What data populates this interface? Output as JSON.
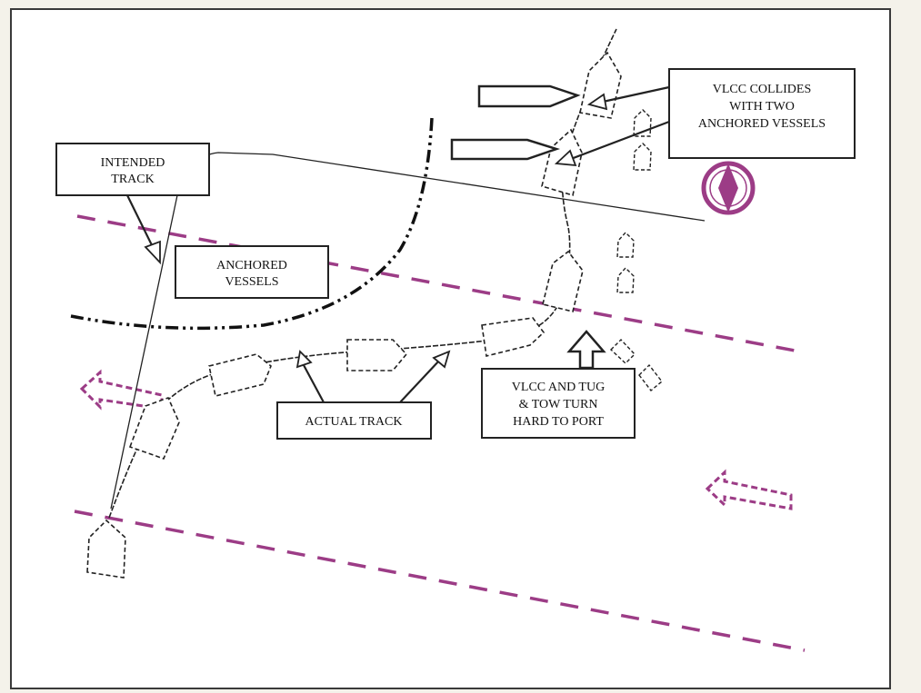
{
  "labels": {
    "intended_track_1": "INTENDED",
    "intended_track_2": "TRACK",
    "anchored_vessels_1": "ANCHORED",
    "anchored_vessels_2": "VESSELS",
    "actual_track": "ACTUAL TRACK",
    "vlcc_turn_1": "VLCC AND TUG",
    "vlcc_turn_2": "& TOW TURN",
    "vlcc_turn_3": "HARD TO PORT",
    "vlcc_collides_1": "VLCC COLLIDES",
    "vlcc_collides_2": "WITH TWO",
    "vlcc_collides_3": "ANCHORED VESSELS"
  },
  "icons": {
    "compass": "north-compass-icon",
    "traffic_flow": "traffic-direction-arrow-icon"
  },
  "colors": {
    "traffic_lane": "#9c3c86",
    "ink": "#222222",
    "frame": "#3a3a3a",
    "background": "#f4f2ea"
  }
}
